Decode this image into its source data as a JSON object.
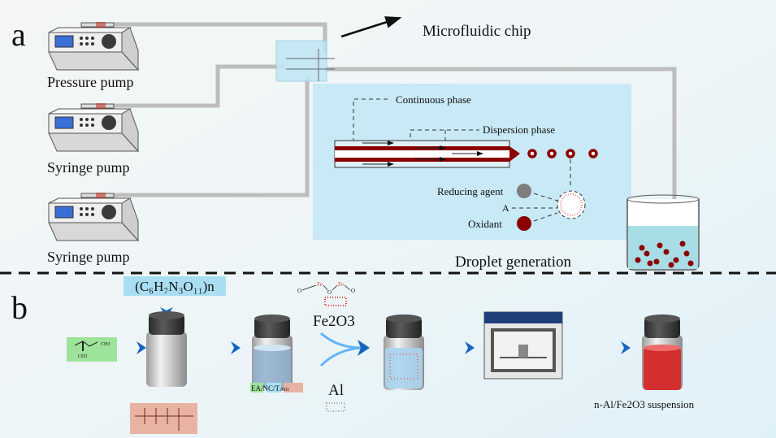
{
  "panel_a": {
    "letter": "a",
    "pumps": [
      {
        "label": "Pressure pump"
      },
      {
        "label": "Syringe pump"
      },
      {
        "label": "Syringe pump"
      }
    ],
    "chip_label": "Microfluidic chip",
    "continuous_phase": "Continuous phase",
    "dispersion_phase": "Dispersion phase",
    "reducing_agent": "Reducing agent",
    "oxidant": "Oxidant",
    "a_marker": "A",
    "droplet_generation": "Droplet generation"
  },
  "panel_b": {
    "letter": "b",
    "polymer_formula": "(C₆H₇N₃O₁₁)n",
    "mixture_label": {
      "ea": "EA",
      "nc": "NC",
      "t": "T",
      "t_sub": "2601"
    },
    "fe2o3": "Fe2O3",
    "al": "Al",
    "fe_atom": "Fe",
    "o_atom": "O",
    "ea_struct_text": {
      "top": "CH3",
      "bottom": "CH3"
    },
    "product_label": "n-Al/Fe2O3 suspension"
  },
  "colors": {
    "chip_blue": "#bfe6f5",
    "tube_gray": "#bdbdbd",
    "droplet_red": "#8b0000",
    "arrow_blue": "#1565c0",
    "green_box": "#9ee39a",
    "blue_box": "#a9def2",
    "pink_box": "#e9b3a3"
  }
}
